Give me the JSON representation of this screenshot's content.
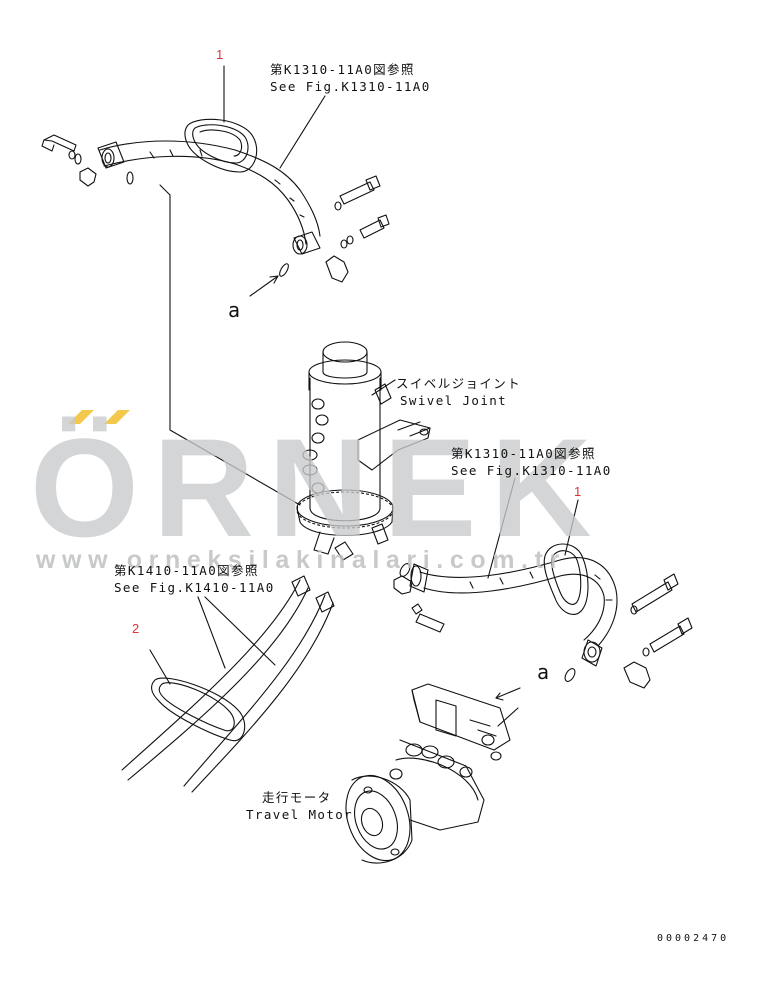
{
  "callouts": {
    "top_number": "1",
    "middle_right_number": "1",
    "left_number": "2"
  },
  "labels": {
    "top_ref_jp": "第K1310-11A0図参照",
    "top_ref_en": "See Fig.K1310-11A0",
    "swivel_jp": "スイベルジョイント",
    "swivel_en": "Swivel Joint",
    "right_ref_jp": "第K1310-11A0図参照",
    "right_ref_en": "See Fig.K1310-11A0",
    "left_ref_jp": "第K1410-11A0図参照",
    "left_ref_en": "See Fig.K1410-11A0",
    "motor_jp": "走行モータ",
    "motor_en": "Travel Motor",
    "letter_a_upper": "a",
    "letter_a_lower": "a",
    "part_number": "00002470"
  },
  "watermark": {
    "brand": "ÖRNEK",
    "url": "www.orneksilakinalari.com.tr",
    "accent_color": "#f2c94c",
    "gray_color": "#c9cacb"
  },
  "colors": {
    "line": "#111111",
    "callout": "#dd3333"
  }
}
